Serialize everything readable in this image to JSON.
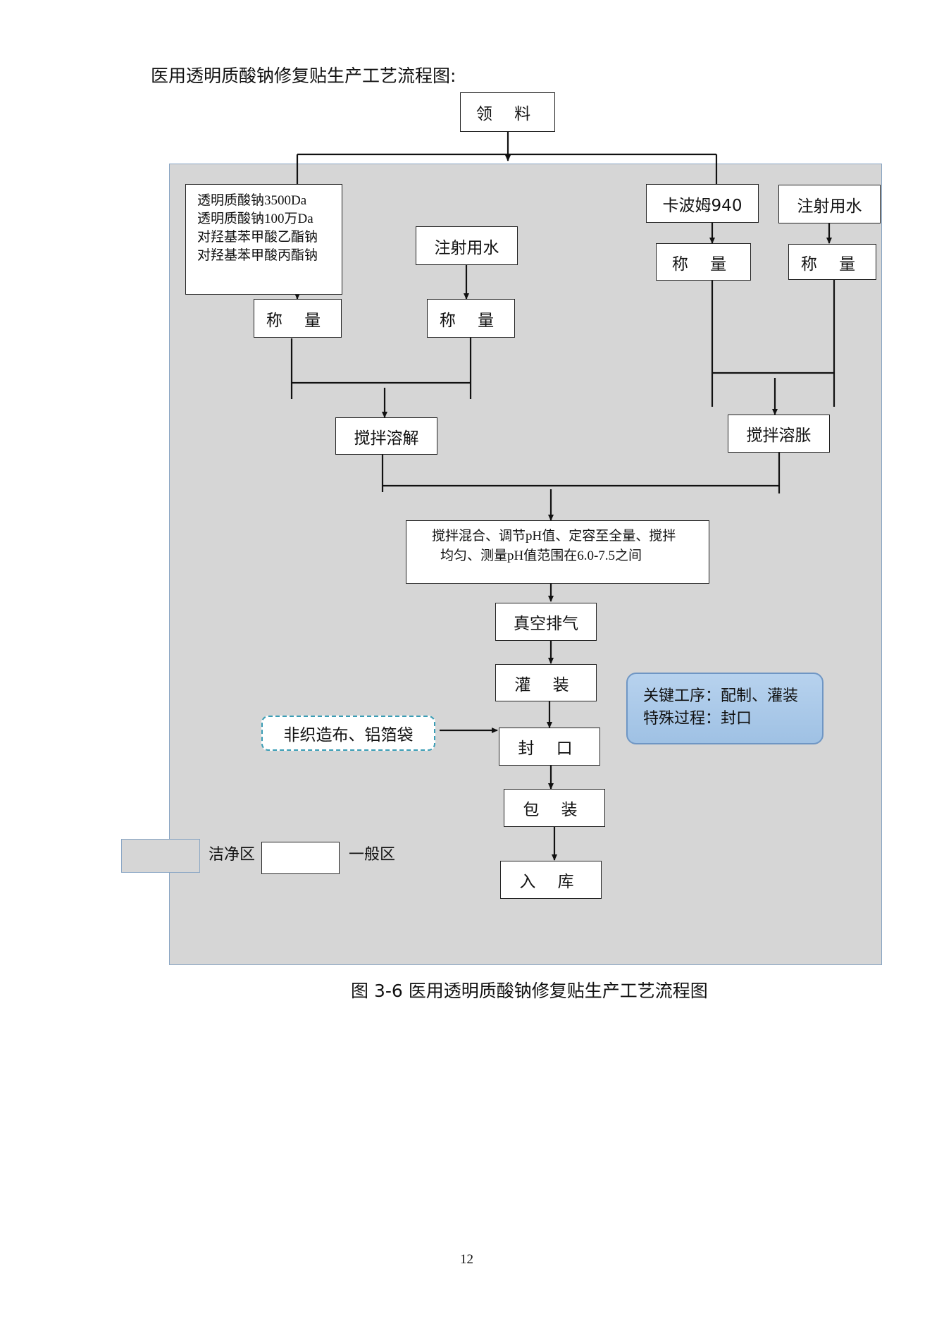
{
  "heading": "医用透明质酸钠修复贴生产工艺流程图:",
  "nodes": {
    "lingliao": "领 料",
    "raw_materials": [
      "透明质酸钠3500Da",
      "透明质酸钠100万Da",
      "对羟基苯甲酸乙酯钠",
      "对羟基苯甲酸丙酯钠"
    ],
    "water_left": "注射用水",
    "weigh_1": "称 量",
    "weigh_2": "称 量",
    "carbomer": "卡波姆940",
    "water_right": "注射用水",
    "weigh_3": "称 量",
    "weigh_4": "称 量",
    "stir_dissolve": "搅拌溶解",
    "stir_swell": "搅拌溶胀",
    "mix_lines": [
      "搅拌混合、调节pH值、定容至全量、搅拌",
      "均匀、测量pH值范围在6.0-7.5之间"
    ],
    "vacuum": "真空排气",
    "filling": "灌 装",
    "sealing": "封 口",
    "packaging": "包 装",
    "storage": "入 库",
    "packaging_material": "非织造布、铝箔袋"
  },
  "note": {
    "line1": "关键工序：配制、灌装",
    "line2": "特殊过程：封口"
  },
  "legend": {
    "clean_area": "洁净区",
    "general_area": "一般区"
  },
  "caption": "图 3-6 医用透明质酸钠修复贴生产工艺流程图",
  "page_number": "12",
  "colors": {
    "clean_area_fill": "#d6d6d6",
    "note_fill": "#a9c8ea",
    "dashed_border": "#3a9db5"
  }
}
